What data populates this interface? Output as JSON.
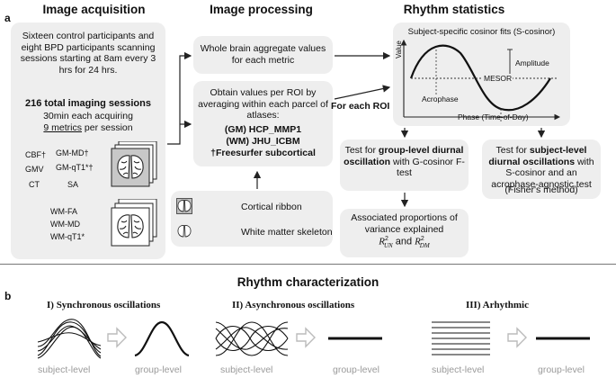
{
  "panel_a": {
    "letter": "a",
    "acquisition": {
      "header": "Image acquisition",
      "desc": "Sixteen control participants and eight BPD participants scanning sessions starting at 8am every 3 hrs for 24 hrs.",
      "sessions_bold": "216 total imaging sessions",
      "sessions_line": "30min each acquiring",
      "metrics_underlined": "9 metrics",
      "metrics_suffix": " per session",
      "gm_metrics": [
        "CBF†",
        "GM-MD†",
        "GMV",
        "GM-qT1*†",
        "CT",
        "SA"
      ],
      "wm_metrics": [
        "WM-FA",
        "WM-MD",
        "WM-qT1*"
      ]
    },
    "processing": {
      "header": "Image processing",
      "whole_brain": "Whole brain aggregate values for each metric",
      "roi_intro": "Obtain values per ROI by averaging within each parcel of atlases:",
      "atlas_gm": "(GM) HCP_MMP1",
      "atlas_wm": "(WM) JHU_ICBM",
      "atlas_fs": "†Freesurfer subcortical",
      "legend_cortical": "Cortical ribbon",
      "legend_wm": "White matter skeleton",
      "for_each_roi": "For each ROI"
    },
    "rhythm": {
      "header": "Rhythm statistics",
      "cosinor_title": "Subject-specific cosinor fits (S-cosinor)",
      "label_value": "Value",
      "label_amplitude": "Amplitude",
      "label_mesor": "MESOR",
      "label_acrophase": "Acrophase",
      "label_phase": "Phase (Time-of-Day)",
      "group_test_pre": "Test for ",
      "group_test_bold": "group-level diurnal oscillation",
      "group_test_post": " with G-cosinor F-test",
      "subject_test_pre": "Test for ",
      "subject_test_bold": "subject-level diurnal oscillations",
      "subject_test_post": " with S-cosinor and an acrophase-agnostic test",
      "subject_test_method": "(Fisher's method)",
      "variance_text": "Associated proportions of variance explained",
      "r_un_base": "R",
      "r_un_sub": "UN",
      "r_and": "and",
      "r_dm_base": "R",
      "r_dm_sub": "DM",
      "r_sup": "2"
    }
  },
  "panel_b": {
    "letter": "b",
    "header": "Rhythm characterization",
    "sections": [
      {
        "title": "I) Synchronous oscillations",
        "left": "subject-level",
        "right": "group-level"
      },
      {
        "title": "II) Asynchronous oscillations",
        "left": "subject-level",
        "right": "group-level"
      },
      {
        "title": "III) Arhythmic",
        "left": "subject-level",
        "right": "group-level"
      }
    ]
  },
  "colors": {
    "box_bg": "#eeeeee",
    "arrow": "#222222",
    "hollow_arrow": "#bbbbbb",
    "caption_grey": "#9a9a9a"
  },
  "icons": [
    "brain-icon",
    "hollow-arrow-icon",
    "cosinor-plot-icon"
  ]
}
